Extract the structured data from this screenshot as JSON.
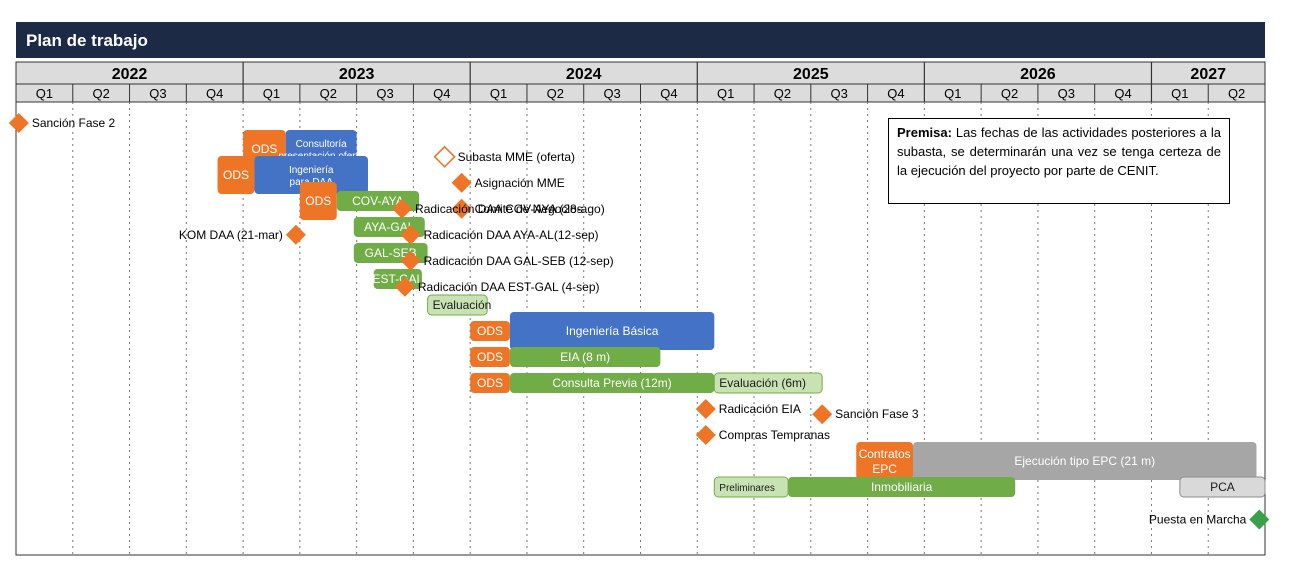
{
  "chart_data": {
    "type": "gantt",
    "title": "Plan de trabajo",
    "years": [
      "2022",
      "2023",
      "2024",
      "2025",
      "2026",
      "2027"
    ],
    "quarters": [
      "Q1",
      "Q2",
      "Q3",
      "Q4",
      "Q1",
      "Q2",
      "Q3",
      "Q4",
      "Q1",
      "Q2",
      "Q3",
      "Q4",
      "Q1",
      "Q2",
      "Q3",
      "Q4",
      "Q1",
      "Q2",
      "Q3",
      "Q4",
      "Q1",
      "Q2"
    ],
    "note": {
      "bold": "Premisa:",
      "text": " Las fechas de las actividades posteriores a la subasta, se determinarán una vez se tenga certeza de la ejecución del proyecto por parte de CENIT."
    },
    "colors": {
      "header": "#1c2a45",
      "orange": "#ee7525",
      "green": "#70ad47",
      "blue": "#4472c4",
      "gray": "#a6a6a6",
      "lightgreen": "#c8e2b4",
      "lightgray": "#d9d9d9",
      "milestone_green": "#3aa14a"
    },
    "bars": [
      {
        "label": "ODS",
        "start": 4.0,
        "end": 4.75,
        "row": 1.5,
        "color": "orange"
      },
      {
        "label": "Consultoría presentación oferta",
        "start": 4.75,
        "end": 6.0,
        "row": 1.5,
        "color": "blue"
      },
      {
        "label": "ODS",
        "start": 3.55,
        "end": 4.2,
        "row": 2.5,
        "color": "orange"
      },
      {
        "label": "Ingeniería para DAA",
        "start": 4.2,
        "end": 6.2,
        "row": 2.5,
        "color": "blue"
      },
      {
        "label": "ODS",
        "start": 5.0,
        "end": 5.65,
        "row": 3.5,
        "color": "orange"
      },
      {
        "label": "COV-AYA",
        "start": 5.65,
        "end": 7.1,
        "row": 3.5,
        "color": "green"
      },
      {
        "label": "AYA-GAL",
        "start": 5.95,
        "end": 7.2,
        "row": 4.5,
        "color": "green"
      },
      {
        "label": "GAL-SEB",
        "start": 5.95,
        "end": 7.25,
        "row": 5.5,
        "color": "green"
      },
      {
        "label": "EST-GAL",
        "start": 6.3,
        "end": 7.15,
        "row": 6.5,
        "color": "green"
      },
      {
        "label": "Evaluación",
        "start": 7.25,
        "end": 8.3,
        "row": 7.5,
        "color": "lightgreen"
      },
      {
        "label": "ODS",
        "start": 8.0,
        "end": 8.7,
        "row": 8.5,
        "color": "orange"
      },
      {
        "label": "Ingeniería Básica",
        "start": 8.7,
        "end": 12.3,
        "row": 8.5,
        "color": "blue"
      },
      {
        "label": "ODS",
        "start": 8.0,
        "end": 8.7,
        "row": 9.5,
        "color": "orange"
      },
      {
        "label": "EIA (8 m)",
        "start": 8.7,
        "end": 11.35,
        "row": 9.5,
        "color": "green"
      },
      {
        "label": "ODS",
        "start": 8.0,
        "end": 8.7,
        "row": 10.5,
        "color": "orange"
      },
      {
        "label": "Consulta Previa (12m)",
        "start": 8.7,
        "end": 12.3,
        "row": 10.5,
        "color": "green"
      },
      {
        "label": "Evaluación (6m)",
        "start": 12.3,
        "end": 14.2,
        "row": 10.5,
        "color": "lightgreen"
      },
      {
        "label": "Contratos EPC",
        "start": 14.8,
        "end": 15.8,
        "row": 13.5,
        "color": "orange"
      },
      {
        "label": "Ejecución tipo EPC (21 m)",
        "start": 15.8,
        "end": 21.85,
        "row": 13.5,
        "color": "gray"
      },
      {
        "label": "Preliminares",
        "start": 12.3,
        "end": 13.6,
        "row": 14.5,
        "color": "lightgreen"
      },
      {
        "label": "Inmobiliaria",
        "start": 13.6,
        "end": 17.6,
        "row": 14.5,
        "color": "green"
      },
      {
        "label": "PCA",
        "start": 20.5,
        "end": 22.0,
        "row": 14.5,
        "color": "lightgray"
      }
    ],
    "milestones": [
      {
        "label": "Sanción Fase 2",
        "x": 0.05,
        "row": 0.5,
        "style": "orange",
        "label_side": "right"
      },
      {
        "label": "Subasta MME (oferta)",
        "x": 7.55,
        "row": 1.8,
        "style": "hollow",
        "label_side": "right"
      },
      {
        "label": "Asignación MME",
        "x": 7.85,
        "row": 2.8,
        "style": "orange",
        "label_side": "right"
      },
      {
        "label": "Comité de Negocios",
        "x": 7.85,
        "row": 3.8,
        "style": "orange",
        "label_side": "right"
      },
      {
        "label": "Radicación DAA COV-AYA (28-ago)",
        "x": 6.8,
        "row": 3.8,
        "style": "orange",
        "label_side": "right"
      },
      {
        "label": "KOM DAA (21-mar)",
        "x": 4.93,
        "row": 4.8,
        "style": "orange",
        "label_side": "left"
      },
      {
        "label": "Radicación DAA AYA-AL(12-sep)",
        "x": 6.95,
        "row": 4.8,
        "style": "orange",
        "label_side": "right"
      },
      {
        "label": "Radicación DAA GAL-SEB (12-sep)",
        "x": 6.95,
        "row": 5.8,
        "style": "orange",
        "label_side": "right"
      },
      {
        "label": "Radicación DAA EST-GAL (4-sep)",
        "x": 6.85,
        "row": 6.8,
        "style": "orange",
        "label_side": "right"
      },
      {
        "label": "Radicación EIA",
        "x": 12.15,
        "row": 11.5,
        "style": "orange",
        "label_side": "right"
      },
      {
        "label": "Sanción Fase 3",
        "x": 14.2,
        "row": 11.7,
        "style": "orange",
        "label_side": "right"
      },
      {
        "label": "Compras Tempranas",
        "x": 12.15,
        "row": 12.5,
        "style": "orange",
        "label_side": "right"
      },
      {
        "label": "Puesta en Marcha",
        "x": 21.9,
        "row": 15.75,
        "style": "green",
        "label_side": "left"
      }
    ]
  }
}
